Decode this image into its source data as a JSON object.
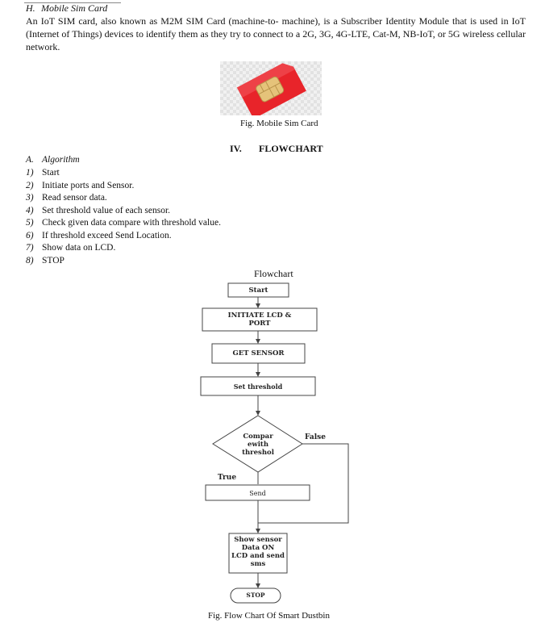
{
  "section_h": {
    "number": "H.",
    "title": "Mobile Sim Card",
    "paragraph_lines": [
      "An IoT SIM card, also known as M2M SIM Card (machine-to-  machine), is a Subscriber Identity Module that is used in IoT",
      "(Internet of Things) devices to identify them as they try to connect to a 2G, 3G, 4G-LTE, Cat-M, NB-IoT, or 5G wireless cellular",
      "network."
    ]
  },
  "figures": {
    "sim_caption": "Fig. Mobile Sim Card",
    "flow_caption": "Fig. Flow Chart Of Smart Dustbin"
  },
  "section_iv": {
    "number": "IV.",
    "title": "FLOWCHART"
  },
  "algorithm": {
    "number": "A.",
    "title": "Algorithm",
    "steps": [
      {
        "n": "1)",
        "text": "Start"
      },
      {
        "n": "2)",
        "text": "Initiate ports and Sensor."
      },
      {
        "n": "3)",
        "text": "Read sensor data."
      },
      {
        "n": "4)",
        "text": "Set threshold value of each sensor."
      },
      {
        "n": "5)",
        "text": "Check given data compare with threshold value."
      },
      {
        "n": "6)",
        "text": "If threshold exceed Send Location."
      },
      {
        "n": "7)",
        "text": "Show data on LCD."
      },
      {
        "n": "8)",
        "text": "STOP"
      }
    ]
  },
  "flowchart": {
    "title": "Flowchart",
    "nodes": {
      "start": "Start",
      "initiate": "INITIATE  LCD &\nPORT",
      "get_sensor": "GET SENSOR",
      "set_threshold": "Set threshold",
      "compare": "Compar\newith\nthreshol",
      "send": "Send",
      "show": "Show sensor\nData ON\nLCD and send\nsms",
      "stop": "STOP"
    },
    "edge_labels": {
      "true": "True",
      "false": "False"
    }
  },
  "colors": {
    "sim_red": "#e8242a",
    "sim_chip": "#e5c37a",
    "spell_squiggle": "#c0392b"
  }
}
